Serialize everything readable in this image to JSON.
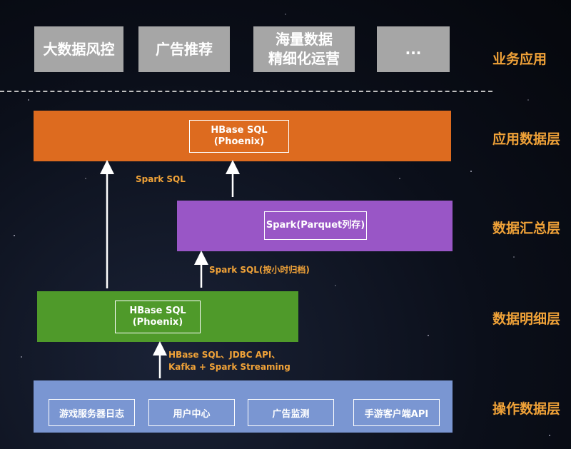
{
  "business": {
    "items": [
      "大数据风控",
      "广告推荐",
      "海量数据\n精细化运营",
      "..."
    ],
    "label": "业务应用"
  },
  "app_layer": {
    "label": "应用数据层",
    "box": "HBase SQL\n(Phoenix)"
  },
  "summary_layer": {
    "label": "数据汇总层",
    "box": "Spark(Parquet列存)"
  },
  "detail_layer": {
    "label": "数据明细层",
    "box": "HBase SQL\n(Phoenix)"
  },
  "op_layer": {
    "label": "操作数据层",
    "items": [
      "游戏服务器日志",
      "用户中心",
      "广告监测",
      "手游客户端API"
    ]
  },
  "arrows": {
    "spark_sql": "Spark SQL",
    "spark_sql_hourly": "Spark SQL(按小时归档)",
    "ingest": "HBase SQL、JDBC API、\nKafka + Spark Streaming"
  },
  "colors": {
    "orange": "#dd6b1f",
    "purple": "#9956c6",
    "green": "#4f9a2a",
    "blue": "#7a96d2",
    "gray": "#a6a6a6",
    "label": "#f0a238"
  }
}
